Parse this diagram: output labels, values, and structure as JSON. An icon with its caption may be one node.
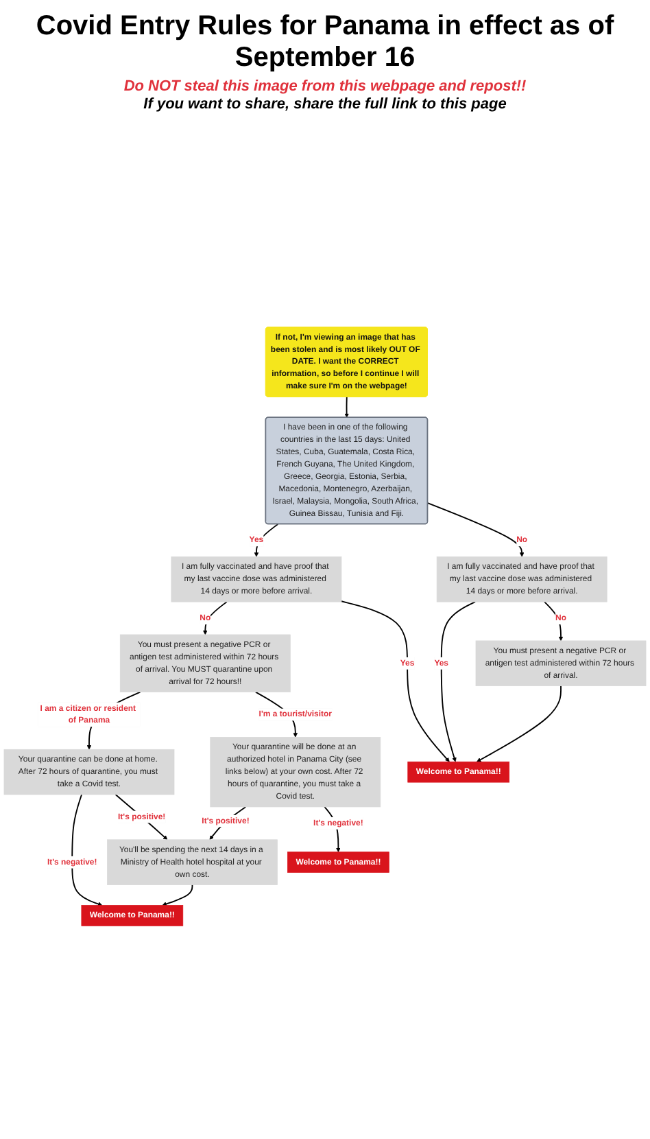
{
  "diagram": {
    "title": "Covid Entry Rules for Panama in effect as of September 16",
    "labels": [
      "Do NOT steal this image from this webpage and repost!!",
      "If you want to share, share the full link to this page"
    ],
    "nodes": [
      {
        "text": [
          "If not, I'm viewing an image that has been stolen and is most likely OUT OF DATE. I want the CORRECT information, so before I continue I will make sure I'm on the webpage!"
        ]
      },
      {
        "text": [
          "I have been in one of the following countries in the last 15 days: United States, Cuba, Guatemala, Costa Rica, French Guyana, The United Kingdom, Greece, Georgia, Estonia, Serbia, Macedonia, Montenegro, Azerbaijan, Israel, Malaysia, Mongolia, South Africa, Guinea Bissau, Tunisia and Fiji."
        ]
      },
      {
        "text": [
          "I am fully vaccinated and have proof that my last vaccine dose was administered 14 days or more before arrival."
        ]
      },
      {
        "text": [
          "I am fully vaccinated and have proof that my last vaccine dose was administered 14 days or more before arrival."
        ]
      },
      {
        "text": [
          "You must present a negative PCR or antigen test administered within 72 hours of arrival. You MUST quarantine upon arrival for 72 hours!!"
        ]
      },
      {
        "text": [
          "Welcome to Panama!!"
        ]
      },
      {
        "text": [
          "You must present a negative PCR or antigen test administered within 72 hours of arrival."
        ]
      },
      {
        "text": [
          "Your quarantine can be done at home. After 72 hours of quarantine, you must take a Covid test."
        ]
      },
      {
        "text": [
          "Your quarantine will be done at an authorized hotel in Panama City (see links below) at your own cost. After 72 hours of quarantine, you must take a Covid test."
        ]
      },
      {
        "text": [
          "Welcome to Panama!!"
        ]
      },
      {
        "text": [
          "You'll be spending the next 14 days in a Ministry of Health hotel hospital at your own cost."
        ]
      },
      {
        "text": [
          "Welcome to Panama!!"
        ]
      }
    ],
    "edges": [
      {
        "from": 0,
        "to": 1,
        "arrow": "to"
      },
      {
        "from": 1,
        "to": 2,
        "arrow": "to",
        "label": "Yes"
      },
      {
        "from": 1,
        "to": 3,
        "arrow": "to",
        "label": "No"
      },
      {
        "from": 2,
        "to": 4,
        "arrow": "to",
        "label": "No"
      },
      {
        "from": 2,
        "to": 5,
        "arrow": "to",
        "label": "Yes"
      },
      {
        "from": 3,
        "to": 5,
        "arrow": "to",
        "label": "Yes"
      },
      {
        "from": 3,
        "to": 6,
        "arrow": "to",
        "label": "No"
      },
      {
        "from": 6,
        "to": 5,
        "arrow": "to"
      },
      {
        "from": 4,
        "to": 7,
        "arrow": "to",
        "label": "I am a citizen or resident of Panama"
      },
      {
        "from": 4,
        "to": 8,
        "arrow": "to",
        "label": "I'm a tourist/visitor"
      },
      {
        "from": 7,
        "to": 9,
        "arrow": "to",
        "label": "It's negative!"
      },
      {
        "from": 7,
        "to": 10,
        "arrow": "to",
        "label": "It's positive!"
      },
      {
        "from": 8,
        "to": 10,
        "arrow": "to",
        "label": "It's positive!"
      },
      {
        "from": 8,
        "to": 11,
        "arrow": "to",
        "label": "It's negative!"
      },
      {
        "from": 10,
        "to": 9,
        "arrow": "to"
      }
    ]
  }
}
